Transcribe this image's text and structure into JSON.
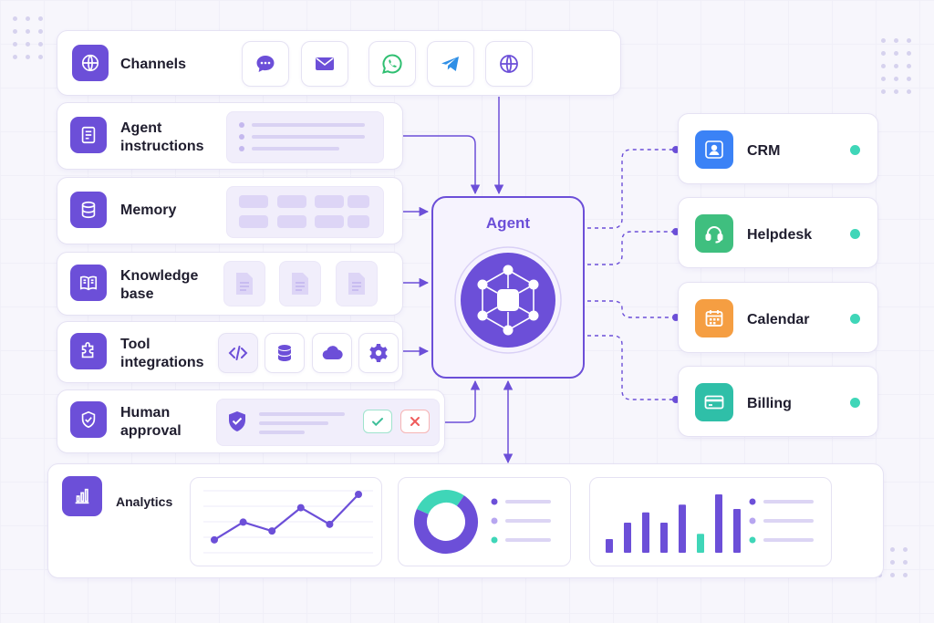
{
  "colors": {
    "accent": "#6c4fd8",
    "accent_light": "#b7a6f0",
    "teal": "#3fd6b8",
    "status_online": "#3fd6b8",
    "crm_blue": "#3b82f6",
    "helpdesk_green": "#3fbf7f",
    "calendar_orange": "#f59e42",
    "billing_teal": "#2fbfa8",
    "approve_green": "#3fbf9a",
    "reject_red": "#ef5b5b"
  },
  "channels": {
    "label": "Channels",
    "icon": "globe-icon",
    "items": [
      {
        "name": "chat-bubble-icon"
      },
      {
        "name": "email-icon"
      },
      {
        "name": "whatsapp-icon"
      },
      {
        "name": "telegram-icon"
      },
      {
        "name": "web-globe-icon"
      }
    ]
  },
  "inputs": [
    {
      "key": "instructions",
      "label": "Agent\ninstructions",
      "icon": "document-icon"
    },
    {
      "key": "memory",
      "label": "Memory",
      "icon": "database-icon"
    },
    {
      "key": "knowledge",
      "label": "Knowledge\nbase",
      "icon": "book-icon"
    },
    {
      "key": "tools",
      "label": "Tool\nintegrations",
      "icon": "puzzle-icon"
    },
    {
      "key": "approval",
      "label": "Human\napproval",
      "icon": "shield-check-icon"
    }
  ],
  "tools": [
    {
      "name": "code-icon"
    },
    {
      "name": "database-icon"
    },
    {
      "name": "cloud-icon"
    },
    {
      "name": "gear-icon"
    }
  ],
  "agent": {
    "title": "Agent",
    "icon": "network-hub-icon"
  },
  "systems": [
    {
      "label": "CRM",
      "icon": "user-icon",
      "color": "#3b82f6"
    },
    {
      "label": "Helpdesk",
      "icon": "headset-icon",
      "color": "#3fbf7f"
    },
    {
      "label": "Calendar",
      "icon": "calendar-icon",
      "color": "#f59e42"
    },
    {
      "label": "Billing",
      "icon": "credit-card-icon",
      "color": "#2fbfa8"
    }
  ],
  "analytics": {
    "label": "Analytics",
    "icon": "bar-chart-icon",
    "line_values": [
      1,
      2.6,
      1.8,
      3.9,
      2.4,
      5.1
    ],
    "donut_fractions": [
      0.72,
      0.28
    ],
    "bar_values": [
      1.6,
      3.5,
      4.7,
      3.5,
      5.6,
      2.2,
      6.8,
      5.1
    ],
    "bar_highlight_index": 5
  }
}
